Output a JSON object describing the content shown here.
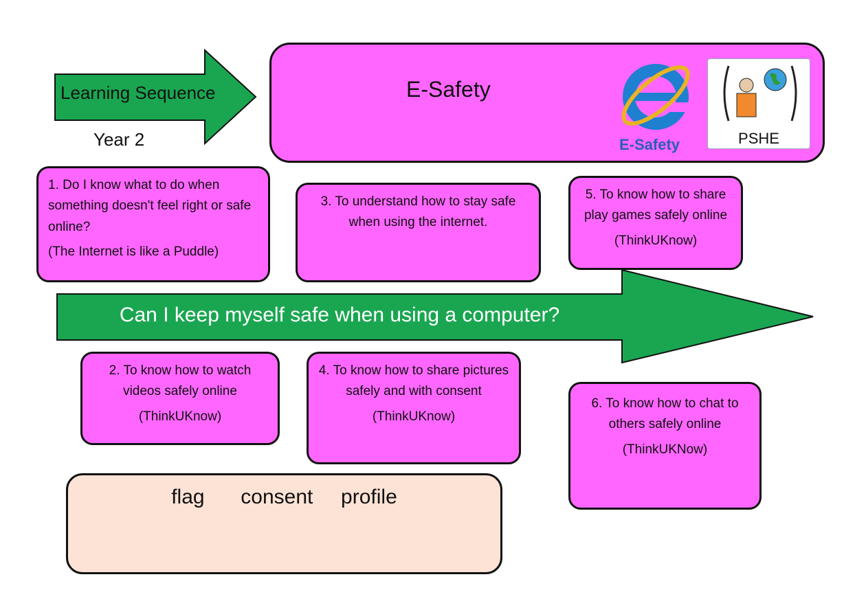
{
  "header": {
    "arrow_label": "Learning Sequence",
    "year": "Year 2",
    "title": "E-Safety",
    "logo_esafety_text": "E-Safety",
    "logo_pshe_text": "PSHE"
  },
  "main_question": "Can I keep myself safe when using a computer?",
  "steps": [
    {
      "text": "1. Do I know what to do when something doesn't feel right or safe online?",
      "note": "(The Internet is like a Puddle)"
    },
    {
      "text": "2. To know how to watch videos safely online",
      "note": "(ThinkUKnow)"
    },
    {
      "text": "3. To understand how to stay safe when using the internet.",
      "note": ""
    },
    {
      "text": "4. To know how to share pictures safely and with consent",
      "note": "(ThinkUKnow)"
    },
    {
      "text": "5. To know how to share play games safely online",
      "note": "(ThinkUKnow)"
    },
    {
      "text": "6. To know how to chat to others safely online",
      "note": "(ThinkUKNow)"
    }
  ],
  "vocabulary": [
    "flag",
    "consent",
    "profile"
  ],
  "colors": {
    "box": "#ff66ff",
    "arrow": "#1aa651",
    "vocab": "#fde3d6"
  }
}
